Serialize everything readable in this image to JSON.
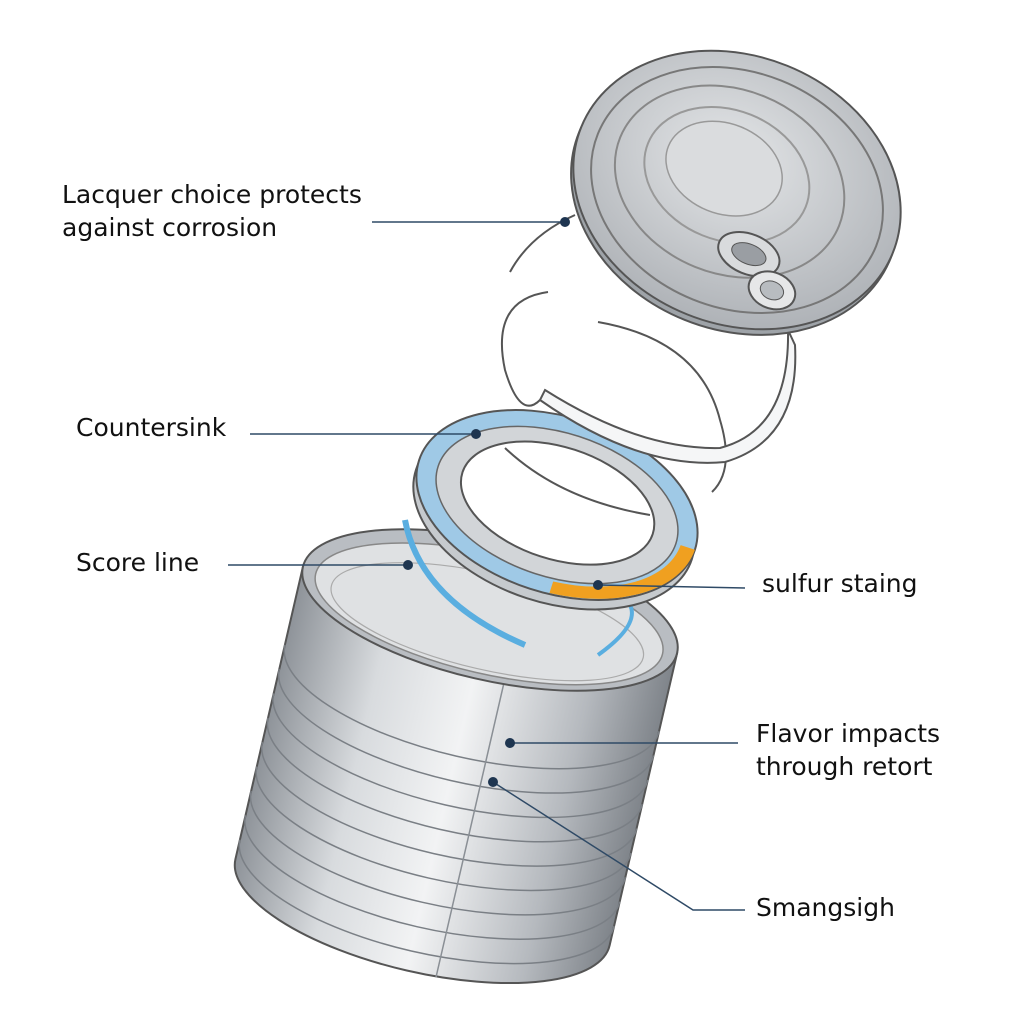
{
  "labels": {
    "lacquer": "Lacquer choice protects against corrosion",
    "countersink": "Countersink",
    "score_line": "Score line",
    "sulfur": "sulfur staing",
    "flavor": "Flavor impacts through retort",
    "smangsigh": "Smangsigh"
  },
  "colors": {
    "leader": "#2f4a66",
    "blue_sealant": "#5aaee0",
    "orange_stain": "#f0a020",
    "metal": "#c9ccd0"
  }
}
